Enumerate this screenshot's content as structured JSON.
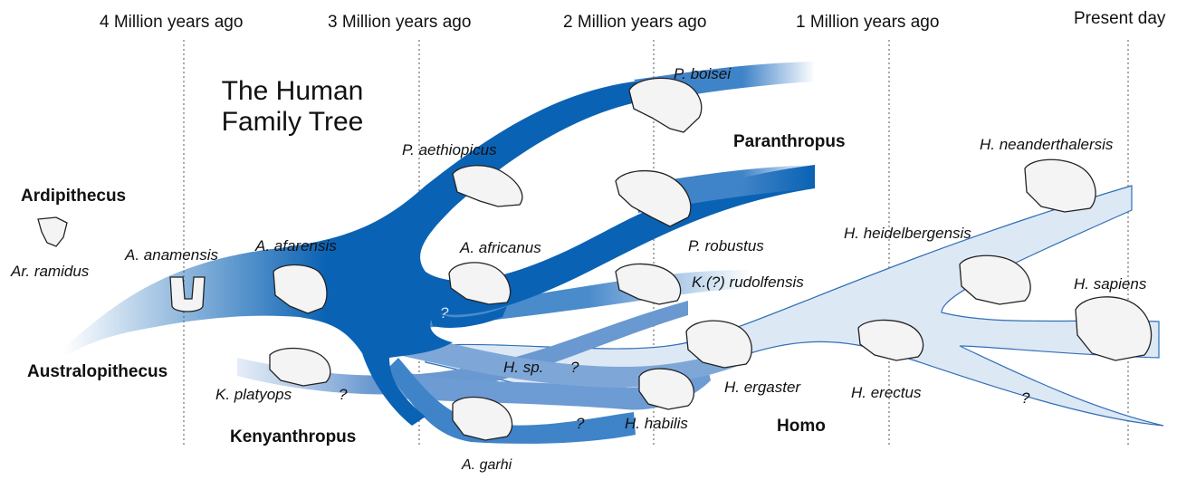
{
  "timeline": {
    "markers": [
      "4 Million years ago",
      "3 Million years ago",
      "2 Million years ago",
      "1 Million years ago",
      "Present day"
    ]
  },
  "title": {
    "line1": "The Human",
    "line2": "Family Tree"
  },
  "genera": {
    "ardipithecus": "Ardipithecus",
    "australopithecus": "Australopithecus",
    "kenyanthropus": "Kenyanthropus",
    "paranthropus": "Paranthropus",
    "homo": "Homo"
  },
  "species": {
    "ar_ramidus": "Ar. ramidus",
    "a_anamensis": "A. anamensis",
    "a_afarensis": "A. afarensis",
    "p_aethiopicus": "P. aethiopicus",
    "p_boisei": "P. boisei",
    "a_africanus": "A. africanus",
    "p_robustus": "P. robustus",
    "k_rudolfensis": "K.(?) rudolfensis",
    "k_platyops": "K. platyops",
    "h_sp": "H. sp.",
    "h_habilis": "H. habilis",
    "a_garhi": "A. garhi",
    "h_ergaster": "H. ergaster",
    "h_erectus": "H. erectus",
    "h_heidelbergensis": "H. heidelbergensis",
    "h_neanderthalensis": "H. neanderthalersis",
    "h_sapiens": "H. sapiens"
  },
  "uncertain": "?",
  "colors": {
    "dark_blue": "#0a62b4",
    "mid_blue": "#3f83c8",
    "light_blue": "#7ea7d8",
    "pale_blue": "#dde8f5",
    "line": "#2f6fb8"
  }
}
